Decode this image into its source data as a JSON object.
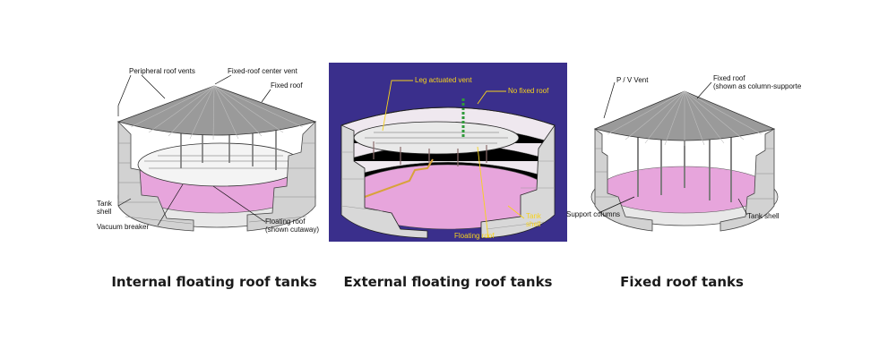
{
  "panels": [
    {
      "caption": "Internal floating roof tanks",
      "labels": {
        "peripheral_vents": "Peripheral roof vents",
        "center_vent": "Fixed-roof center vent",
        "fixed_roof": "Fixed roof",
        "tank_shell_1": "Tank",
        "tank_shell_2": "shell",
        "vacuum_breaker": "Vacuum breaker",
        "floating_roof_1": "Floating roof",
        "floating_roof_2": "(shown cutaway)"
      }
    },
    {
      "caption": "External floating roof tanks",
      "labels": {
        "leg_vent": "Leg actuated vent",
        "no_fixed_roof": "No fixed roof",
        "tank_shell_1": "Tank",
        "tank_shell_2": "shell",
        "floating_roof": "Floating roof"
      }
    },
    {
      "caption": "Fixed roof tanks",
      "labels": {
        "pv_vent": "P / V  Vent",
        "fixed_roof_1": "Fixed roof",
        "fixed_roof_2": "(shown as column-supported)",
        "support_columns": "Support columns",
        "tank_shell": "Tank shell"
      }
    }
  ],
  "colors": {
    "liquid": "#e7a5dc",
    "wall": "#d2d2d2",
    "roof": "#9a9a9a",
    "panel2_bg": "#3a2f8c",
    "panel2_label": "#f7d21c"
  }
}
